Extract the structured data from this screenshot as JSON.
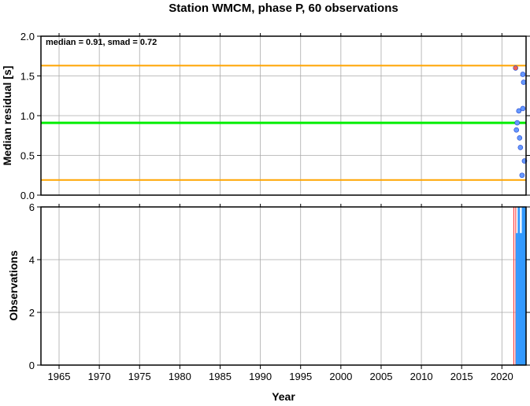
{
  "chart_data": [
    {
      "type": "scatter",
      "title": "Station WMCM, phase P, 60 observations",
      "ylabel": "Median residual [s]",
      "annotation": "median = 0.91, smad = 0.72",
      "xlim": [
        1962.75,
        2023.0
      ],
      "ylim": [
        0,
        2.0
      ],
      "yticks": [
        "0.0",
        "0.5",
        "1.0",
        "1.5",
        "2.0"
      ],
      "ytick_values": [
        0,
        0.5,
        1.0,
        1.5,
        2.0
      ],
      "grid": true,
      "hlines": [
        {
          "name": "median",
          "value": 0.91,
          "color": "#00ee00"
        },
        {
          "name": "upper",
          "value": 1.63,
          "color": "#ffa500"
        },
        {
          "name": "lower",
          "value": 0.19,
          "color": "#ffa500"
        }
      ],
      "points": [
        {
          "x": 2021.7,
          "y": 1.6,
          "color": "#f06050"
        },
        {
          "x": 2022.6,
          "y": 1.52,
          "color": "#6699ff"
        },
        {
          "x": 2022.7,
          "y": 1.42,
          "color": "#6699ff"
        },
        {
          "x": 2022.6,
          "y": 1.09,
          "color": "#6699ff"
        },
        {
          "x": 2022.1,
          "y": 1.06,
          "color": "#6699ff"
        },
        {
          "x": 2021.9,
          "y": 0.91,
          "color": "#6699ff"
        },
        {
          "x": 2021.8,
          "y": 0.82,
          "color": "#6699ff"
        },
        {
          "x": 2022.2,
          "y": 0.72,
          "color": "#6699ff"
        },
        {
          "x": 2022.3,
          "y": 0.6,
          "color": "#6699ff"
        },
        {
          "x": 2022.8,
          "y": 0.43,
          "color": "#6699ff"
        },
        {
          "x": 2022.5,
          "y": 0.25,
          "color": "#6699ff"
        }
      ]
    },
    {
      "type": "bar",
      "xlabel": "Year",
      "ylabel": "Observations",
      "xlim": [
        1962.75,
        2023.0
      ],
      "ylim": [
        0,
        6
      ],
      "yticks": [
        "0",
        "2",
        "4",
        "6"
      ],
      "ytick_values": [
        0,
        2,
        4,
        6
      ],
      "xticks": [
        "1965",
        "1970",
        "1975",
        "1980",
        "1985",
        "1990",
        "1995",
        "2000",
        "2005",
        "2010",
        "2015",
        "2020"
      ],
      "xtick_values": [
        1965,
        1970,
        1975,
        1980,
        1985,
        1990,
        1995,
        2000,
        2005,
        2010,
        2015,
        2020
      ],
      "grid": true,
      "bars": [
        {
          "x": 2021.6,
          "y": 6,
          "color": "#ff3030",
          "fill": false
        },
        {
          "x": 2021.85,
          "y": 5,
          "color": "#3399ff",
          "fill": true
        },
        {
          "x": 2022.1,
          "y": 6,
          "color": "#3399ff",
          "fill": true
        },
        {
          "x": 2022.35,
          "y": 5,
          "color": "#3399ff",
          "fill": true
        },
        {
          "x": 2022.6,
          "y": 6,
          "color": "#3399ff",
          "fill": true
        },
        {
          "x": 2022.85,
          "y": 6,
          "color": "#3399ff",
          "fill": true
        }
      ]
    }
  ]
}
